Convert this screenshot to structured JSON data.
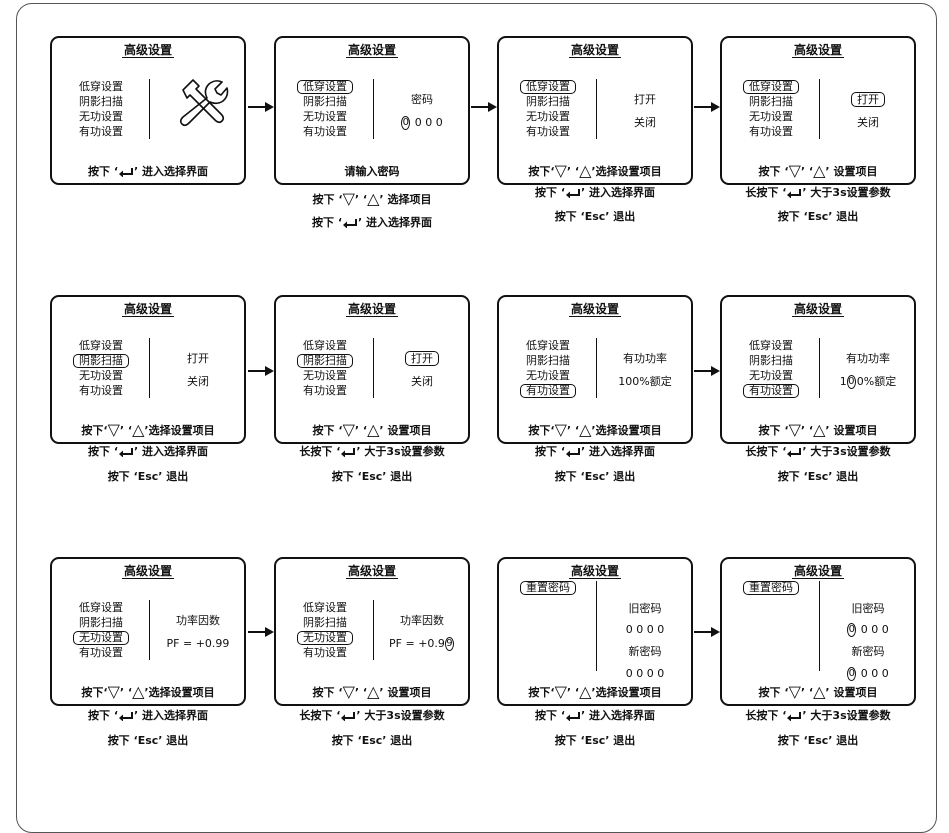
{
  "title": "高级设置",
  "menu": [
    "低穿设置",
    "阴影扫描",
    "无功设置",
    "有功设置"
  ],
  "reset_menu": "重置密码",
  "enter_select": "进入选择界面",
  "press": "按下",
  "long_press": "长按下",
  "select_item": "选择项目",
  "select_setting_item": "选择设置项目",
  "setting_item": "设置项目",
  "greater_3s": "大于3s设置参数",
  "esc_exit": "按下 ‘Esc’ 退出",
  "q_open": "‘",
  "q_close": "’",
  "sep": "‘",
  "pw_label": "密码",
  "pw_value": "0 0 0",
  "pw_first": "0",
  "enter_pw": "请输入密码",
  "open": "打开",
  "close": "关闭",
  "active_power": "有功功率",
  "pct_rated": "100%额定",
  "pct_a": "1",
  "pct_b": "0",
  "pct_c": "0%额定",
  "pf_label": "功率因数",
  "pf_value": "PF = +0.99",
  "pf_prefix": "PF = +0.9",
  "pf_last": "9",
  "old_pw": "旧密码",
  "new_pw": "新密码",
  "zeros": "0 0 0 0",
  "zeros3": "0 0 0",
  "zero1": "0",
  "icons": [
    "enter-key-icon",
    "down-triangle-icon",
    "up-triangle-icon",
    "tools-icon",
    "right-arrow-icon"
  ]
}
